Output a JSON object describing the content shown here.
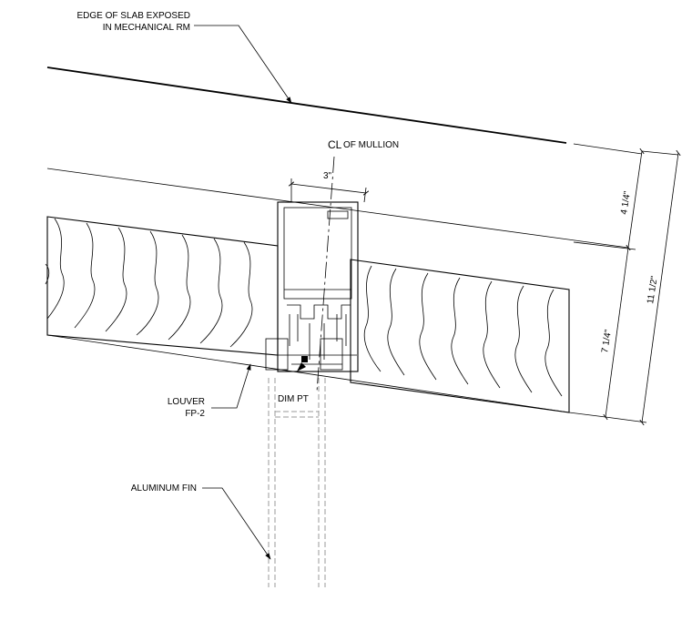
{
  "annotations": {
    "edge_of_slab_line1": "EDGE OF SLAB EXPOSED",
    "edge_of_slab_line2": "IN MECHANICAL RM",
    "centerline_symbol": "CL",
    "of_mullion": "OF MULLION",
    "louver_line1": "LOUVER",
    "louver_line2": "FP-2",
    "dim_pt": "DIM PT",
    "aluminum_fin": "ALUMINUM FIN"
  },
  "dimensions": {
    "mullion_width": "3\"",
    "top_depth": "4 1/4\"",
    "bottom_depth": "7 1/4\"",
    "overall_depth": "11 1/2\""
  },
  "colors": {
    "linework": "#000000",
    "hidden_fin": "#9a9a9a",
    "background": "#ffffff"
  }
}
